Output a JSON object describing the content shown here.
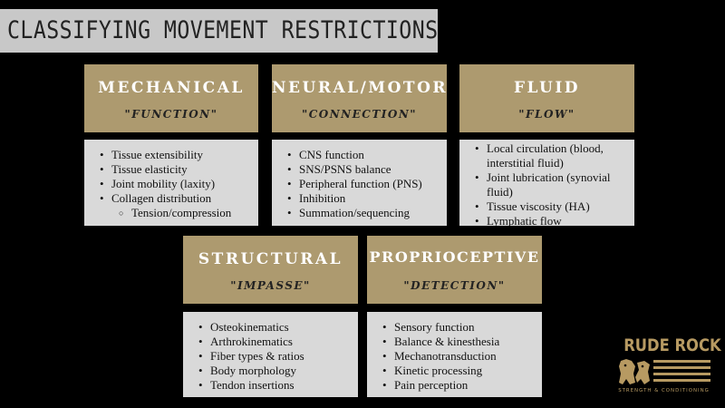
{
  "title": "CLASSIFYING MOVEMENT RESTRICTIONS",
  "categories": [
    {
      "heading": "MECHANICAL",
      "subtitle": "\"FUNCTION\"",
      "items": [
        "Tissue extensibility",
        "Tissue elasticity",
        "Joint mobility (laxity)",
        "Collagen distribution"
      ],
      "subitems": [
        "Tension/compression"
      ]
    },
    {
      "heading": "NEURAL/MOTOR",
      "subtitle": "\"CONNECTION\"",
      "items": [
        "CNS function",
        "SNS/PSNS balance",
        "Peripheral function (PNS)",
        "Inhibition",
        "Summation/sequencing"
      ]
    },
    {
      "heading": "FLUID",
      "subtitle": "\"FLOW\"",
      "items": [
        "Local circulation (blood, interstitial fluid)",
        "Joint lubrication (synovial fluid)",
        "Tissue viscosity (HA)",
        "Lymphatic flow"
      ]
    },
    {
      "heading": "STRUCTURAL",
      "subtitle": "\"IMPASSE\"",
      "items": [
        "Osteokinematics",
        "Arthrokinematics",
        "Fiber types & ratios",
        "Body morphology",
        "Tendon insertions"
      ]
    },
    {
      "heading": "PROPRIOCEPTIVE",
      "subtitle": "\"DETECTION\"",
      "items": [
        "Sensory function",
        "Balance & kinesthesia",
        "Mechanotransduction",
        "Kinetic processing",
        "Pain perception"
      ]
    }
  ],
  "logo": {
    "name": "RUDE ROCK",
    "tagline": "STRENGTH & CONDITIONING"
  },
  "colors": {
    "background": "#000000",
    "header_gold": "#ad9a6f",
    "box_gray": "#d9d9d9",
    "title_bar": "#c8c8c8",
    "logo_gold": "#b79a62"
  }
}
